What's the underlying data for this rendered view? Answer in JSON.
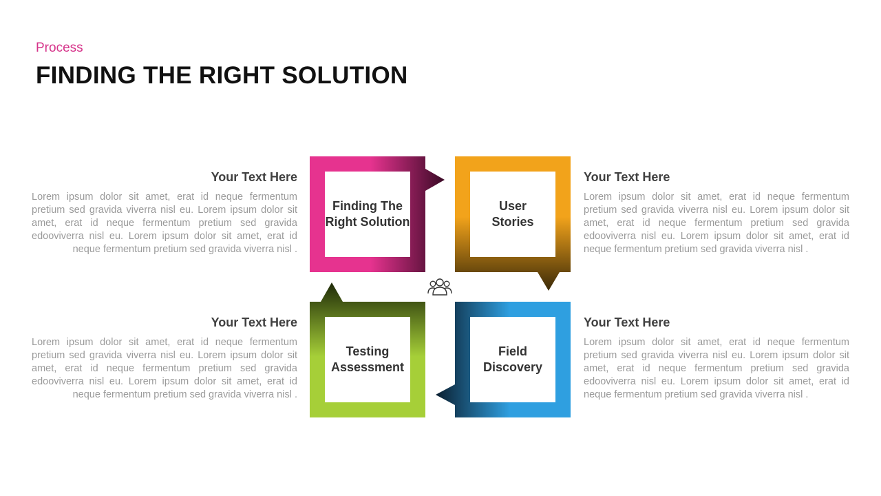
{
  "header": {
    "kicker": "Process",
    "title": "FINDING THE RIGHT SOLUTION"
  },
  "steps": [
    {
      "label": "Finding The Right Solution",
      "color": "#e6338f",
      "shade": "#3a0a26"
    },
    {
      "label": "User Stories",
      "color": "#f2a31b",
      "shade": "#3b2a08"
    },
    {
      "label": "Field Discovery",
      "color": "#2f9fe0",
      "shade": "#0b1f30"
    },
    {
      "label": "Testing Assessment",
      "color": "#a6cf38",
      "shade": "#1e2a08"
    }
  ],
  "text_blocks": {
    "top_left": {
      "heading": "Your Text Here",
      "body": "Lorem ipsum dolor sit amet, erat id neque fermentum pretium sed gravida viverra nisl eu. Lorem ipsum dolor sit amet, erat id neque fermentum pretium sed gravida edooviverra nisl eu. Lorem ipsum dolor sit amet, erat id neque fermentum pretium sed gravida viverra nisl ."
    },
    "top_right": {
      "heading": "Your Text Here",
      "body": "Lorem ipsum dolor sit amet, erat id neque fermentum pretium sed gravida viverra nisl eu. Lorem ipsum dolor sit amet, erat id neque fermentum pretium sed gravida edooviverra nisl eu. Lorem ipsum dolor sit amet, erat id neque fermentum pretium sed gravida viverra nisl ."
    },
    "bottom_left": {
      "heading": "Your Text Here",
      "body": "Lorem ipsum dolor sit amet, erat id neque fermentum pretium sed gravida viverra nisl eu. Lorem ipsum dolor sit amet, erat id neque fermentum pretium sed gravida edooviverra nisl eu. Lorem ipsum dolor sit amet, erat id neque fermentum pretium sed gravida viverra nisl ."
    },
    "bottom_right": {
      "heading": "Your Text Here",
      "body": "Lorem ipsum dolor sit amet, erat id neque fermentum pretium sed gravida viverra nisl eu. Lorem ipsum dolor sit amet, erat id neque fermentum pretium sed gravida edooviverra nisl eu. Lorem ipsum dolor sit amet, erat id neque fermentum pretium sed gravida viverra nisl ."
    }
  },
  "center_icon": "group-users-icon"
}
